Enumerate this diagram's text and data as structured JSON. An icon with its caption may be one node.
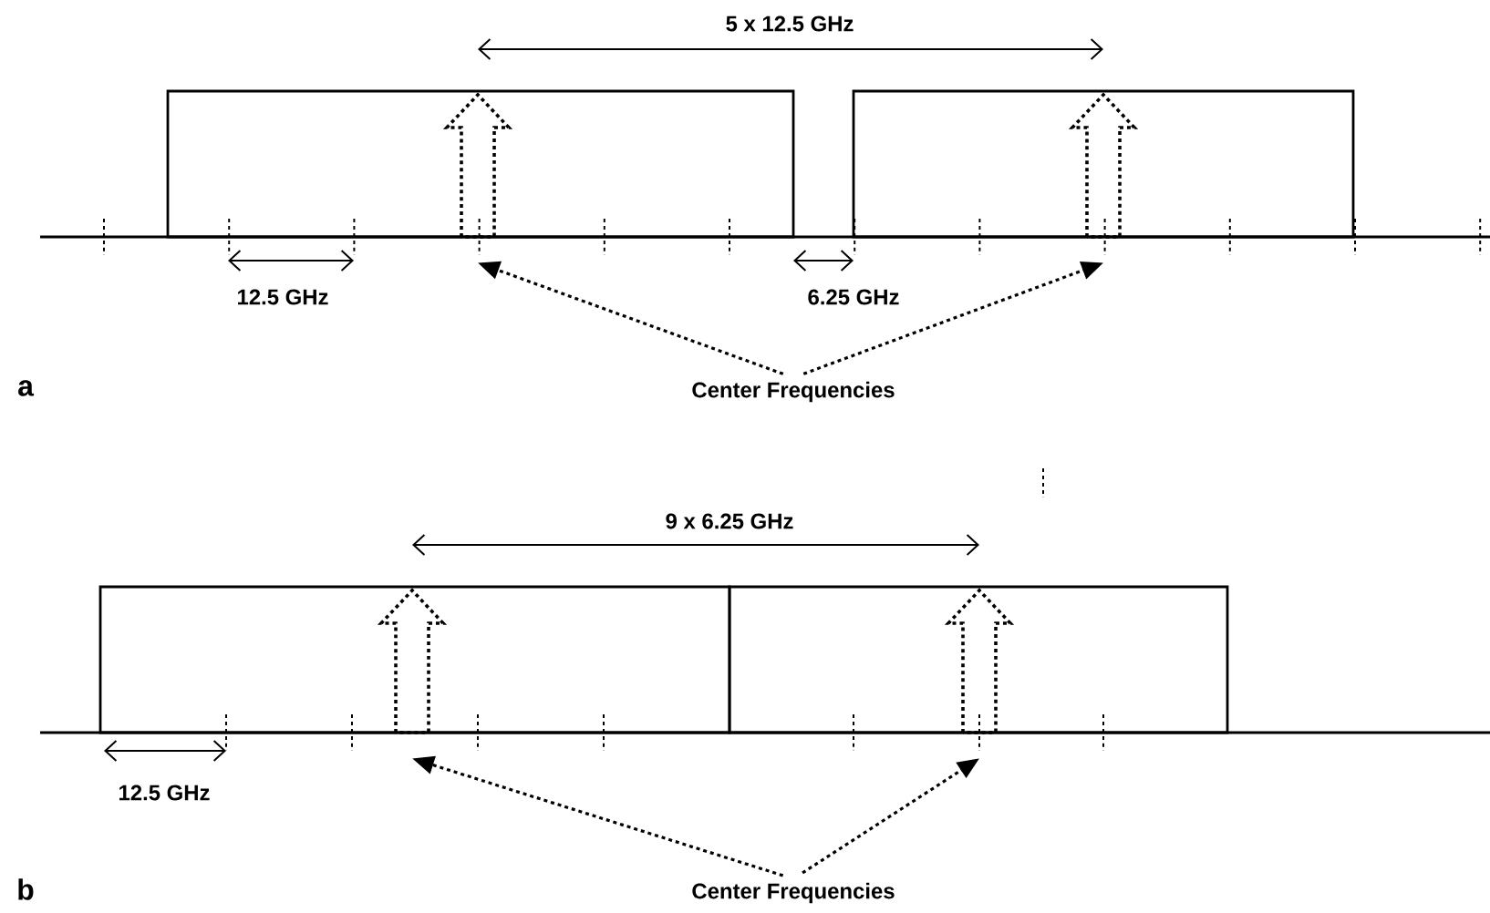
{
  "diagram": {
    "nodes": [
      {
        "text": [],
        "shape": "box"
      },
      {
        "text": [],
        "shape": "box"
      },
      {
        "text": [],
        "shape": "arrow",
        "in": 0
      },
      {
        "text": [],
        "shape": "arrow",
        "in": 1
      },
      {
        "text": [
          "Center Frequencies"
        ]
      },
      {
        "text": [],
        "shape": "box"
      },
      {
        "text": [],
        "shape": "box"
      },
      {
        "text": [],
        "shape": "arrow",
        "in": 5
      },
      {
        "text": [],
        "shape": "arrow",
        "in": 6
      },
      {
        "text": [
          "Center Frequencies"
        ]
      }
    ],
    "edges": [
      {
        "from": 4,
        "to": 2,
        "arrow": "to",
        "style": "dashed"
      },
      {
        "from": 4,
        "to": 3,
        "arrow": "to",
        "style": "dashed"
      },
      {
        "from": 9,
        "to": 7,
        "arrow": "to",
        "style": "dashed"
      },
      {
        "from": 9,
        "to": 8,
        "arrow": "to",
        "style": "dashed"
      }
    ],
    "labels": [
      "5 x 12.5 GHz",
      "12.5 GHz",
      "6.25 GHz",
      "a",
      "9 x 6.25 GHz",
      "12.5 GHz",
      "b"
    ]
  }
}
